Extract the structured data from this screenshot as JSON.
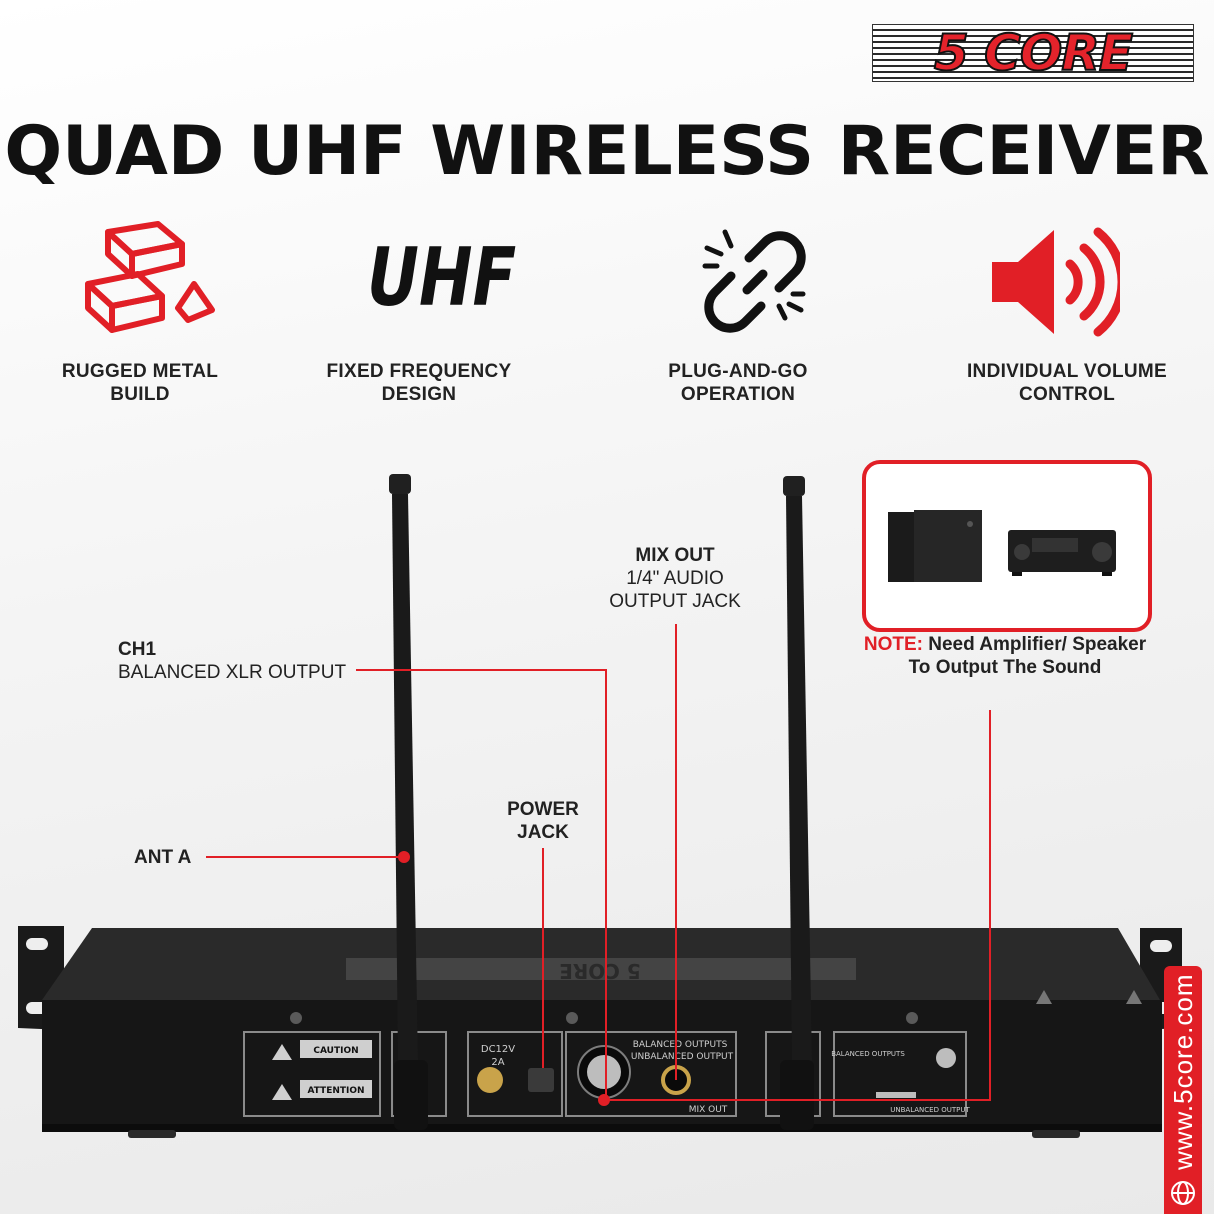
{
  "brand": {
    "logo_text": "5 CORE"
  },
  "title": "QUAD UHF WIRELESS RECEIVER",
  "features": [
    {
      "icon": "metal-bars-icon",
      "line1": "RUGGED METAL",
      "line2": "BUILD"
    },
    {
      "icon": "uhf-text-icon",
      "icon_text": "UHF",
      "line1": "FIXED FREQUENCY",
      "line2": "DESIGN"
    },
    {
      "icon": "chain-link-icon",
      "line1": "PLUG-AND-GO",
      "line2": "OPERATION"
    },
    {
      "icon": "speaker-volume-icon",
      "line1": "INDIVIDUAL VOLUME",
      "line2": "CONTROL"
    }
  ],
  "callouts": {
    "ch1": {
      "title": "CH1",
      "sub": "BALANCED XLR OUTPUT"
    },
    "mix_out": {
      "title": "MIX OUT",
      "line1": "1/4\" AUDIO",
      "line2": "OUTPUT JACK"
    },
    "power": {
      "line1": "POWER",
      "line2": "JACK"
    },
    "ant": {
      "title": "ANT A"
    }
  },
  "note": {
    "label": "NOTE:",
    "line1": "Need Amplifier/ Speaker",
    "line2": "To Output The Sound"
  },
  "device": {
    "brand_plate": "5 CORE",
    "caution": "CAUTION",
    "attention": "ATTENTION",
    "dc_label": "DC12V",
    "amp_label": "2A",
    "balanced_outputs": "BALANCED OUTPUTS",
    "unbalanced_output": "UNBALANCED OUTPUT",
    "mix_out": "MIX OUT",
    "balanced_outputs_right": "BALANCED OUTPUTS",
    "unbalanced_output_right": "UNBALANCED OUTPUT"
  },
  "side_url": "www.5core.com",
  "colors": {
    "accent": "#e11f26",
    "text": "#222222",
    "device": "#1c1c1c"
  }
}
